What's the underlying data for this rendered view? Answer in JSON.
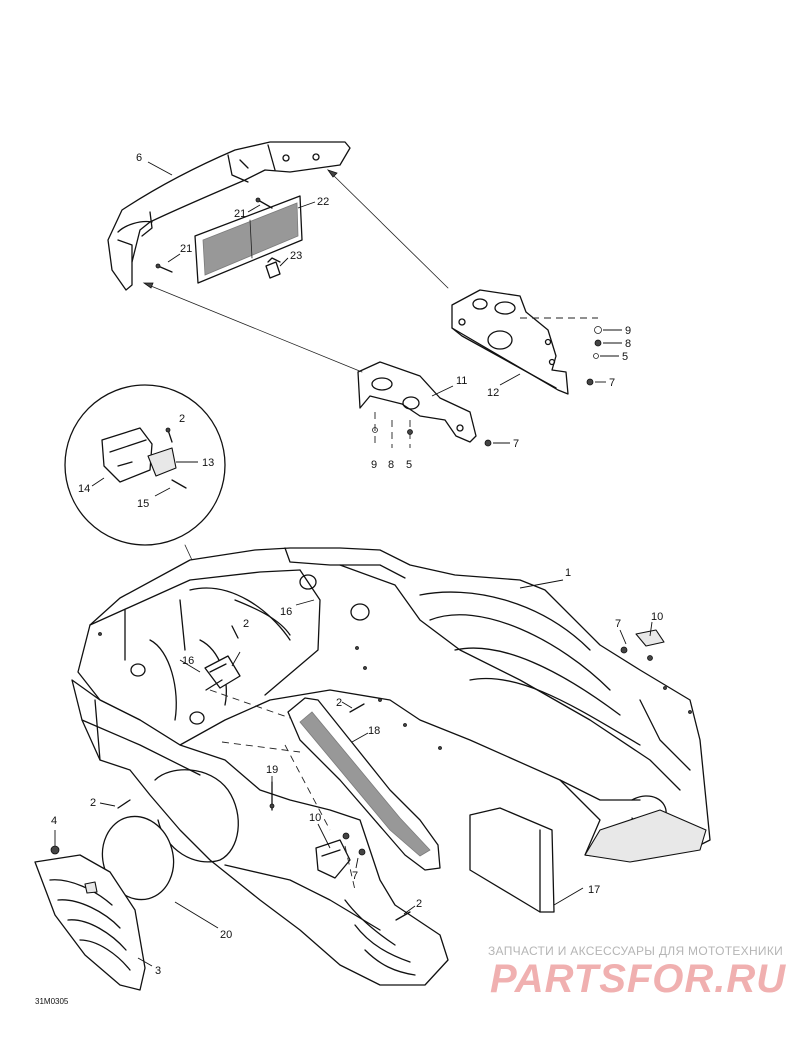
{
  "callouts": {
    "c1": "1",
    "c2a": "2",
    "c2b": "2",
    "c2c": "2",
    "c2d": "2",
    "c2e": "2",
    "c3": "3",
    "c4": "4",
    "c5a": "5",
    "c5b": "5",
    "c6": "6",
    "c7a": "7",
    "c7b": "7",
    "c7c": "7",
    "c7d": "7",
    "c8a": "8",
    "c8b": "8",
    "c9a": "9",
    "c9b": "9",
    "c10a": "10",
    "c10b": "10",
    "c11": "11",
    "c12": "12",
    "c13": "13",
    "c14": "14",
    "c15": "15",
    "c16a": "16",
    "c16b": "16",
    "c17": "17",
    "c18": "18",
    "c19": "19",
    "c20": "20",
    "c21a": "21",
    "c21b": "21",
    "c22": "22",
    "c23": "23"
  },
  "diagram_code": "31M0305",
  "watermark": {
    "tagline": "ЗАПЧАСТИ И АКСЕССУАРЫ ДЛЯ МОТОТЕХНИКИ",
    "brand": "PARTSFOR.RU"
  }
}
